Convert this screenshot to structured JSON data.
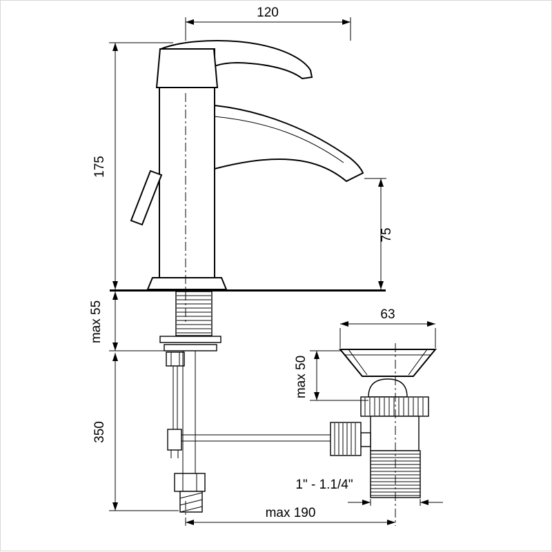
{
  "drawing": {
    "colors": {
      "line": "#000000",
      "background": "#ffffff"
    }
  },
  "dims": {
    "spout_reach": "120",
    "total_height": "175",
    "spout_outlet_height": "75",
    "deck_max": "max 55",
    "below_deck_length": "350",
    "flange_diameter": "63",
    "drain_max": "max 50",
    "thread_size": "1\" - 1.1/4\"",
    "overall_reach_max": "max 190"
  }
}
